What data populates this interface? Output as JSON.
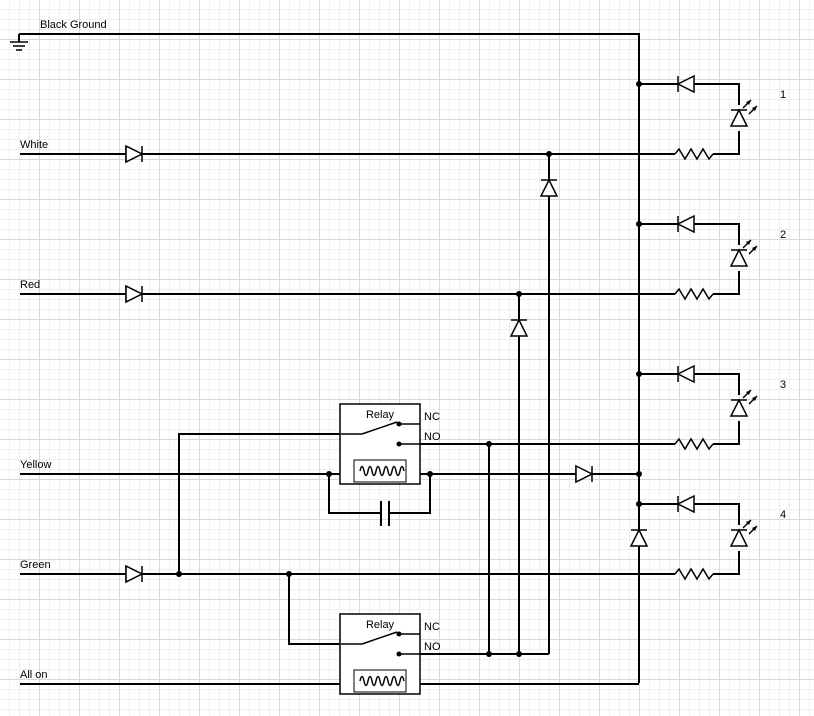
{
  "inputs": {
    "ground": "Black Ground",
    "white": "White",
    "red": "Red",
    "yellow": "Yellow",
    "green": "Green",
    "all_on": "All on"
  },
  "relays": [
    {
      "title": "Relay",
      "nc": "NC",
      "no": "NO"
    },
    {
      "title": "Relay",
      "nc": "NC",
      "no": "NO"
    }
  ],
  "leds": [
    {
      "number": "1"
    },
    {
      "number": "2"
    },
    {
      "number": "3"
    },
    {
      "number": "4"
    }
  ],
  "colors": {
    "wire": "#000000",
    "grid": "#d9d9d9",
    "background": "#ffffff"
  }
}
